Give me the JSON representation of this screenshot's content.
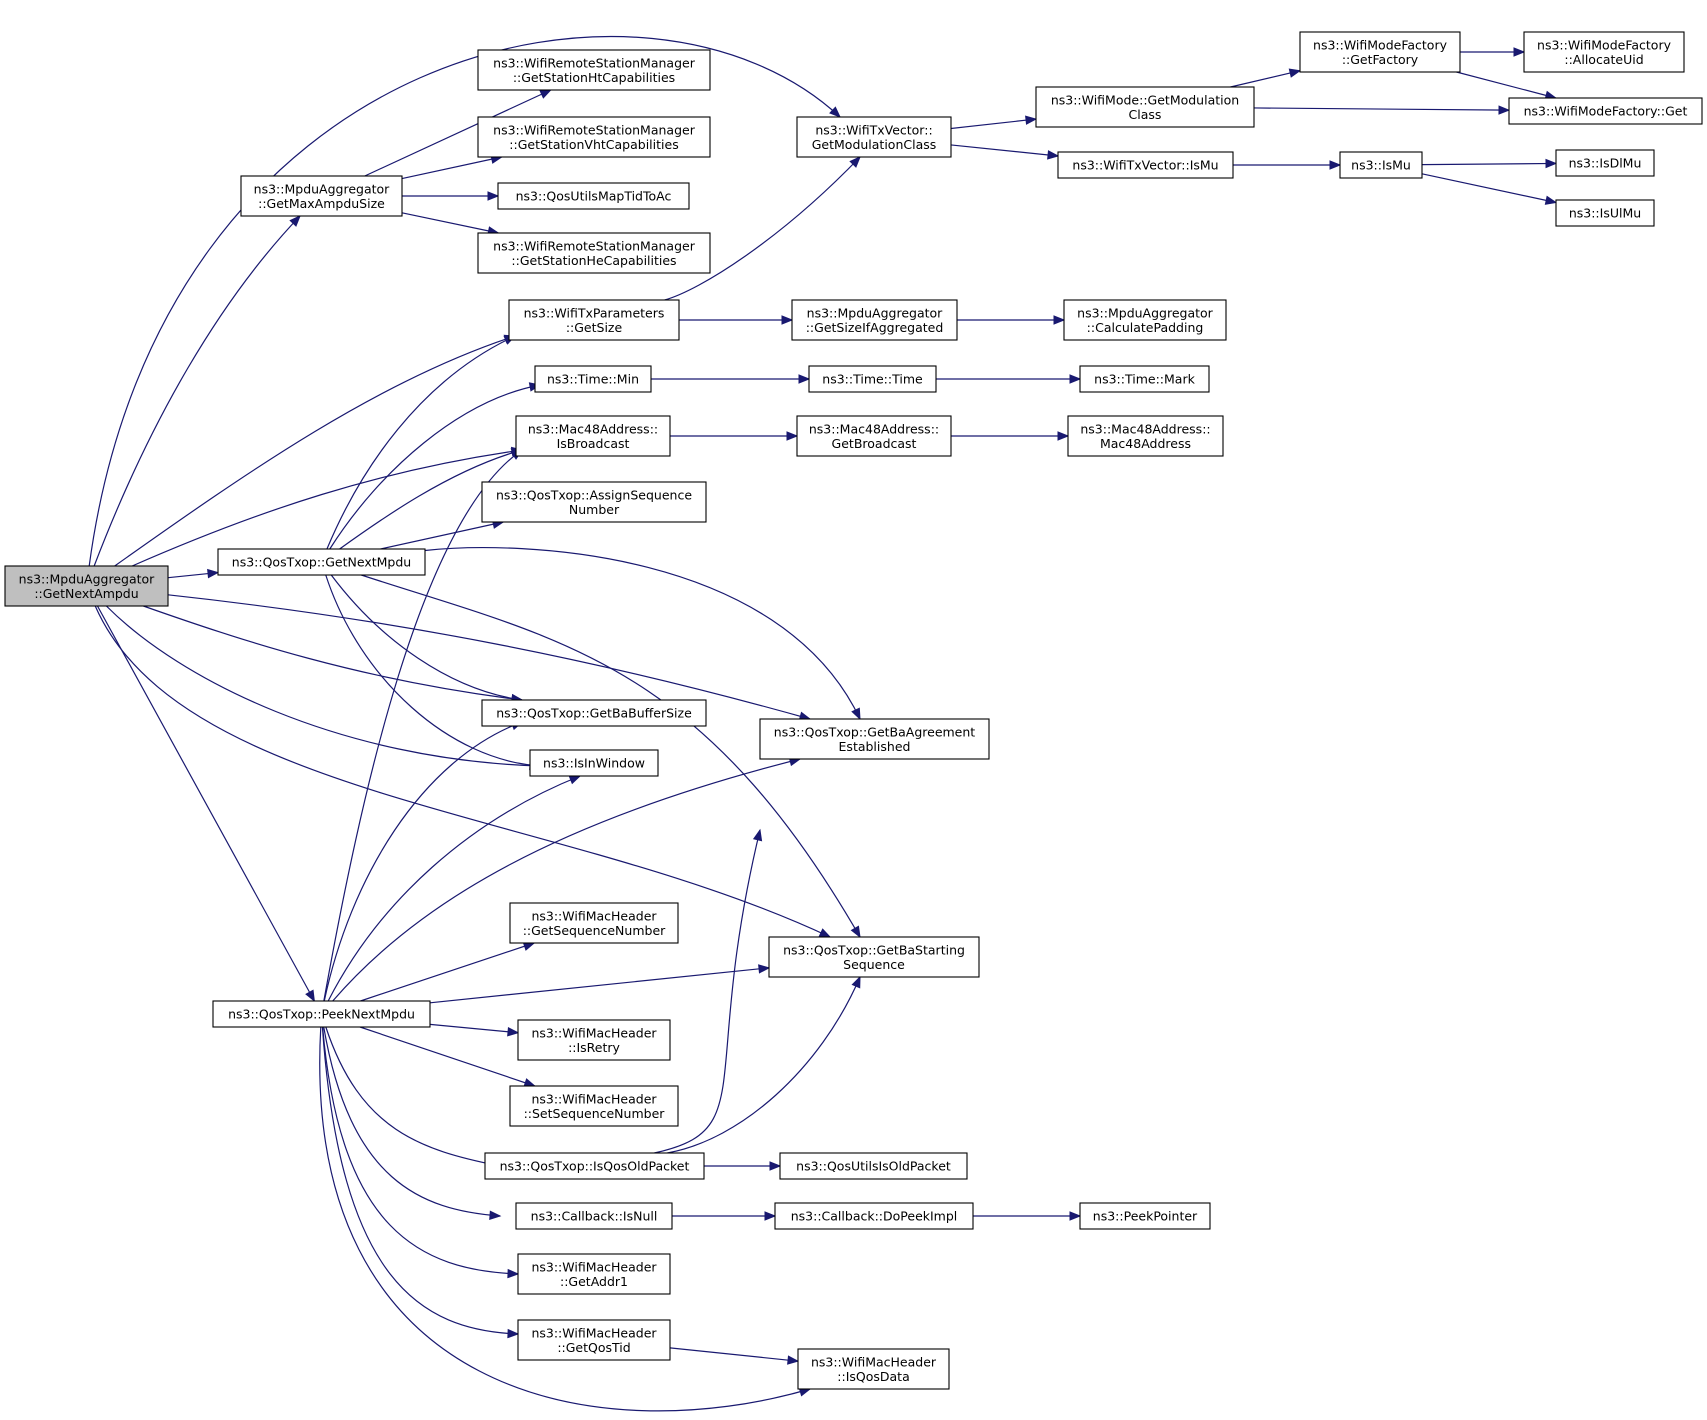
{
  "graph": {
    "nodes": [
      {
        "id": "root",
        "lines": [
          "ns3::MpduAggregator",
          "::GetNextAmpdu"
        ],
        "highlight": true
      },
      {
        "id": "getMaxAmpdu",
        "lines": [
          "ns3::MpduAggregator",
          "::GetMaxAmpduSize"
        ]
      },
      {
        "id": "htCap",
        "lines": [
          "ns3::WifiRemoteStationManager",
          "::GetStationHtCapabilities"
        ]
      },
      {
        "id": "vhtCap",
        "lines": [
          "ns3::WifiRemoteStationManager",
          "::GetStationVhtCapabilities"
        ]
      },
      {
        "id": "mapTid",
        "lines": [
          "ns3::QosUtilsMapTidToAc"
        ]
      },
      {
        "id": "heCap",
        "lines": [
          "ns3::WifiRemoteStationManager",
          "::GetStationHeCapabilities"
        ]
      },
      {
        "id": "txParamsGetSize",
        "lines": [
          "ns3::WifiTxParameters",
          "::GetSize"
        ]
      },
      {
        "id": "timeMin",
        "lines": [
          "ns3::Time::Min"
        ]
      },
      {
        "id": "isBroadcast",
        "lines": [
          "ns3::Mac48Address::",
          "IsBroadcast"
        ]
      },
      {
        "id": "assignSeq",
        "lines": [
          "ns3::QosTxop::AssignSequence",
          "Number"
        ]
      },
      {
        "id": "getNextMpdu",
        "lines": [
          "ns3::QosTxop::GetNextMpdu"
        ]
      },
      {
        "id": "baBuffer",
        "lines": [
          "ns3::QosTxop::GetBaBufferSize"
        ]
      },
      {
        "id": "isInWindow",
        "lines": [
          "ns3::IsInWindow"
        ]
      },
      {
        "id": "getSeqNum",
        "lines": [
          "ns3::WifiMacHeader",
          "::GetSequenceNumber"
        ]
      },
      {
        "id": "peekNextMpdu",
        "lines": [
          "ns3::QosTxop::PeekNextMpdu"
        ]
      },
      {
        "id": "isRetry",
        "lines": [
          "ns3::WifiMacHeader",
          "::IsRetry"
        ]
      },
      {
        "id": "setSeqNum",
        "lines": [
          "ns3::WifiMacHeader",
          "::SetSequenceNumber"
        ]
      },
      {
        "id": "isQosOld",
        "lines": [
          "ns3::QosTxop::IsQosOldPacket"
        ]
      },
      {
        "id": "cbIsNull",
        "lines": [
          "ns3::Callback::IsNull"
        ]
      },
      {
        "id": "getAddr1",
        "lines": [
          "ns3::WifiMacHeader",
          "::GetAddr1"
        ]
      },
      {
        "id": "getQosTid",
        "lines": [
          "ns3::WifiMacHeader",
          "::GetQosTid"
        ]
      },
      {
        "id": "txVecModClass",
        "lines": [
          "ns3::WifiTxVector::",
          "GetModulationClass"
        ]
      },
      {
        "id": "sizeIfAgg",
        "lines": [
          "ns3::MpduAggregator",
          "::GetSizeIfAggregated"
        ]
      },
      {
        "id": "timeTime",
        "lines": [
          "ns3::Time::Time"
        ]
      },
      {
        "id": "getBroadcast",
        "lines": [
          "ns3::Mac48Address::",
          "GetBroadcast"
        ]
      },
      {
        "id": "baAgreement",
        "lines": [
          "ns3::QosTxop::GetBaAgreement",
          "Established"
        ]
      },
      {
        "id": "baStartSeq",
        "lines": [
          "ns3::QosTxop::GetBaStarting",
          "Sequence"
        ]
      },
      {
        "id": "utilsOld",
        "lines": [
          "ns3::QosUtilsIsOldPacket"
        ]
      },
      {
        "id": "doPeekImpl",
        "lines": [
          "ns3::Callback::DoPeekImpl"
        ]
      },
      {
        "id": "isQosData",
        "lines": [
          "ns3::WifiMacHeader",
          "::IsQosData"
        ]
      },
      {
        "id": "modeModClass",
        "lines": [
          "ns3::WifiMode::GetModulation",
          "Class"
        ]
      },
      {
        "id": "txVecIsMu",
        "lines": [
          "ns3::WifiTxVector::IsMu"
        ]
      },
      {
        "id": "calcPadding",
        "lines": [
          "ns3::MpduAggregator",
          "::CalculatePadding"
        ]
      },
      {
        "id": "timeMark",
        "lines": [
          "ns3::Time::Mark"
        ]
      },
      {
        "id": "mac48Ctor",
        "lines": [
          "ns3::Mac48Address::",
          "Mac48Address"
        ]
      },
      {
        "id": "peekPointer",
        "lines": [
          "ns3::PeekPointer"
        ]
      },
      {
        "id": "modeFactoryGetFactory",
        "lines": [
          "ns3::WifiModeFactory",
          "::GetFactory"
        ]
      },
      {
        "id": "isMu",
        "lines": [
          "ns3::IsMu"
        ]
      },
      {
        "id": "allocUid",
        "lines": [
          "ns3::WifiModeFactory",
          "::AllocateUid"
        ]
      },
      {
        "id": "factoryGet",
        "lines": [
          "ns3::WifiModeFactory::Get"
        ]
      },
      {
        "id": "isDlMu",
        "lines": [
          "ns3::IsDlMu"
        ]
      },
      {
        "id": "isUlMu",
        "lines": [
          "ns3::IsUlMu"
        ]
      }
    ],
    "edges": [
      {
        "from": "root",
        "to": "getMaxAmpdu"
      },
      {
        "from": "root",
        "to": "txVecModClass"
      },
      {
        "from": "root",
        "to": "txParamsGetSize"
      },
      {
        "from": "root",
        "to": "isBroadcast"
      },
      {
        "from": "root",
        "to": "getNextMpdu"
      },
      {
        "from": "root",
        "to": "baBuffer"
      },
      {
        "from": "root",
        "to": "isInWindow"
      },
      {
        "from": "root",
        "to": "baAgreement"
      },
      {
        "from": "root",
        "to": "baStartSeq"
      },
      {
        "from": "root",
        "to": "peekNextMpdu"
      },
      {
        "from": "getMaxAmpdu",
        "to": "htCap"
      },
      {
        "from": "getMaxAmpdu",
        "to": "vhtCap"
      },
      {
        "from": "getMaxAmpdu",
        "to": "mapTid"
      },
      {
        "from": "getMaxAmpdu",
        "to": "heCap"
      },
      {
        "from": "txParamsGetSize",
        "to": "txVecModClass"
      },
      {
        "from": "txParamsGetSize",
        "to": "sizeIfAgg"
      },
      {
        "from": "sizeIfAgg",
        "to": "calcPadding"
      },
      {
        "from": "txVecModClass",
        "to": "modeModClass"
      },
      {
        "from": "txVecModClass",
        "to": "txVecIsMu"
      },
      {
        "from": "modeModClass",
        "to": "modeFactoryGetFactory"
      },
      {
        "from": "modeModClass",
        "to": "factoryGet"
      },
      {
        "from": "modeFactoryGetFactory",
        "to": "allocUid"
      },
      {
        "from": "modeFactoryGetFactory",
        "to": "factoryGet"
      },
      {
        "from": "txVecIsMu",
        "to": "isMu"
      },
      {
        "from": "isMu",
        "to": "isDlMu"
      },
      {
        "from": "isMu",
        "to": "isUlMu"
      },
      {
        "from": "timeMin",
        "to": "timeTime"
      },
      {
        "from": "timeTime",
        "to": "timeMark"
      },
      {
        "from": "isBroadcast",
        "to": "getBroadcast"
      },
      {
        "from": "getBroadcast",
        "to": "mac48Ctor"
      },
      {
        "from": "getNextMpdu",
        "to": "txParamsGetSize"
      },
      {
        "from": "getNextMpdu",
        "to": "timeMin"
      },
      {
        "from": "getNextMpdu",
        "to": "isBroadcast"
      },
      {
        "from": "getNextMpdu",
        "to": "assignSeq"
      },
      {
        "from": "getNextMpdu",
        "to": "baAgreement"
      },
      {
        "from": "getNextMpdu",
        "to": "baBuffer"
      },
      {
        "from": "getNextMpdu",
        "to": "isInWindow"
      },
      {
        "from": "getNextMpdu",
        "to": "baStartSeq"
      },
      {
        "from": "peekNextMpdu",
        "to": "isBroadcast"
      },
      {
        "from": "peekNextMpdu",
        "to": "baBuffer"
      },
      {
        "from": "peekNextMpdu",
        "to": "isInWindow"
      },
      {
        "from": "peekNextMpdu",
        "to": "baAgreement"
      },
      {
        "from": "peekNextMpdu",
        "to": "getSeqNum"
      },
      {
        "from": "peekNextMpdu",
        "to": "baStartSeq"
      },
      {
        "from": "peekNextMpdu",
        "to": "isRetry"
      },
      {
        "from": "peekNextMpdu",
        "to": "setSeqNum"
      },
      {
        "from": "peekNextMpdu",
        "to": "isQosOld"
      },
      {
        "from": "peekNextMpdu",
        "to": "cbIsNull"
      },
      {
        "from": "peekNextMpdu",
        "to": "getAddr1"
      },
      {
        "from": "peekNextMpdu",
        "to": "getQosTid"
      },
      {
        "from": "peekNextMpdu",
        "to": "isQosData"
      },
      {
        "from": "isQosOld",
        "to": "baAgreement"
      },
      {
        "from": "isQosOld",
        "to": "baStartSeq"
      },
      {
        "from": "isQosOld",
        "to": "utilsOld"
      },
      {
        "from": "cbIsNull",
        "to": "doPeekImpl"
      },
      {
        "from": "doPeekImpl",
        "to": "peekPointer"
      },
      {
        "from": "getQosTid",
        "to": "isQosData"
      }
    ]
  }
}
